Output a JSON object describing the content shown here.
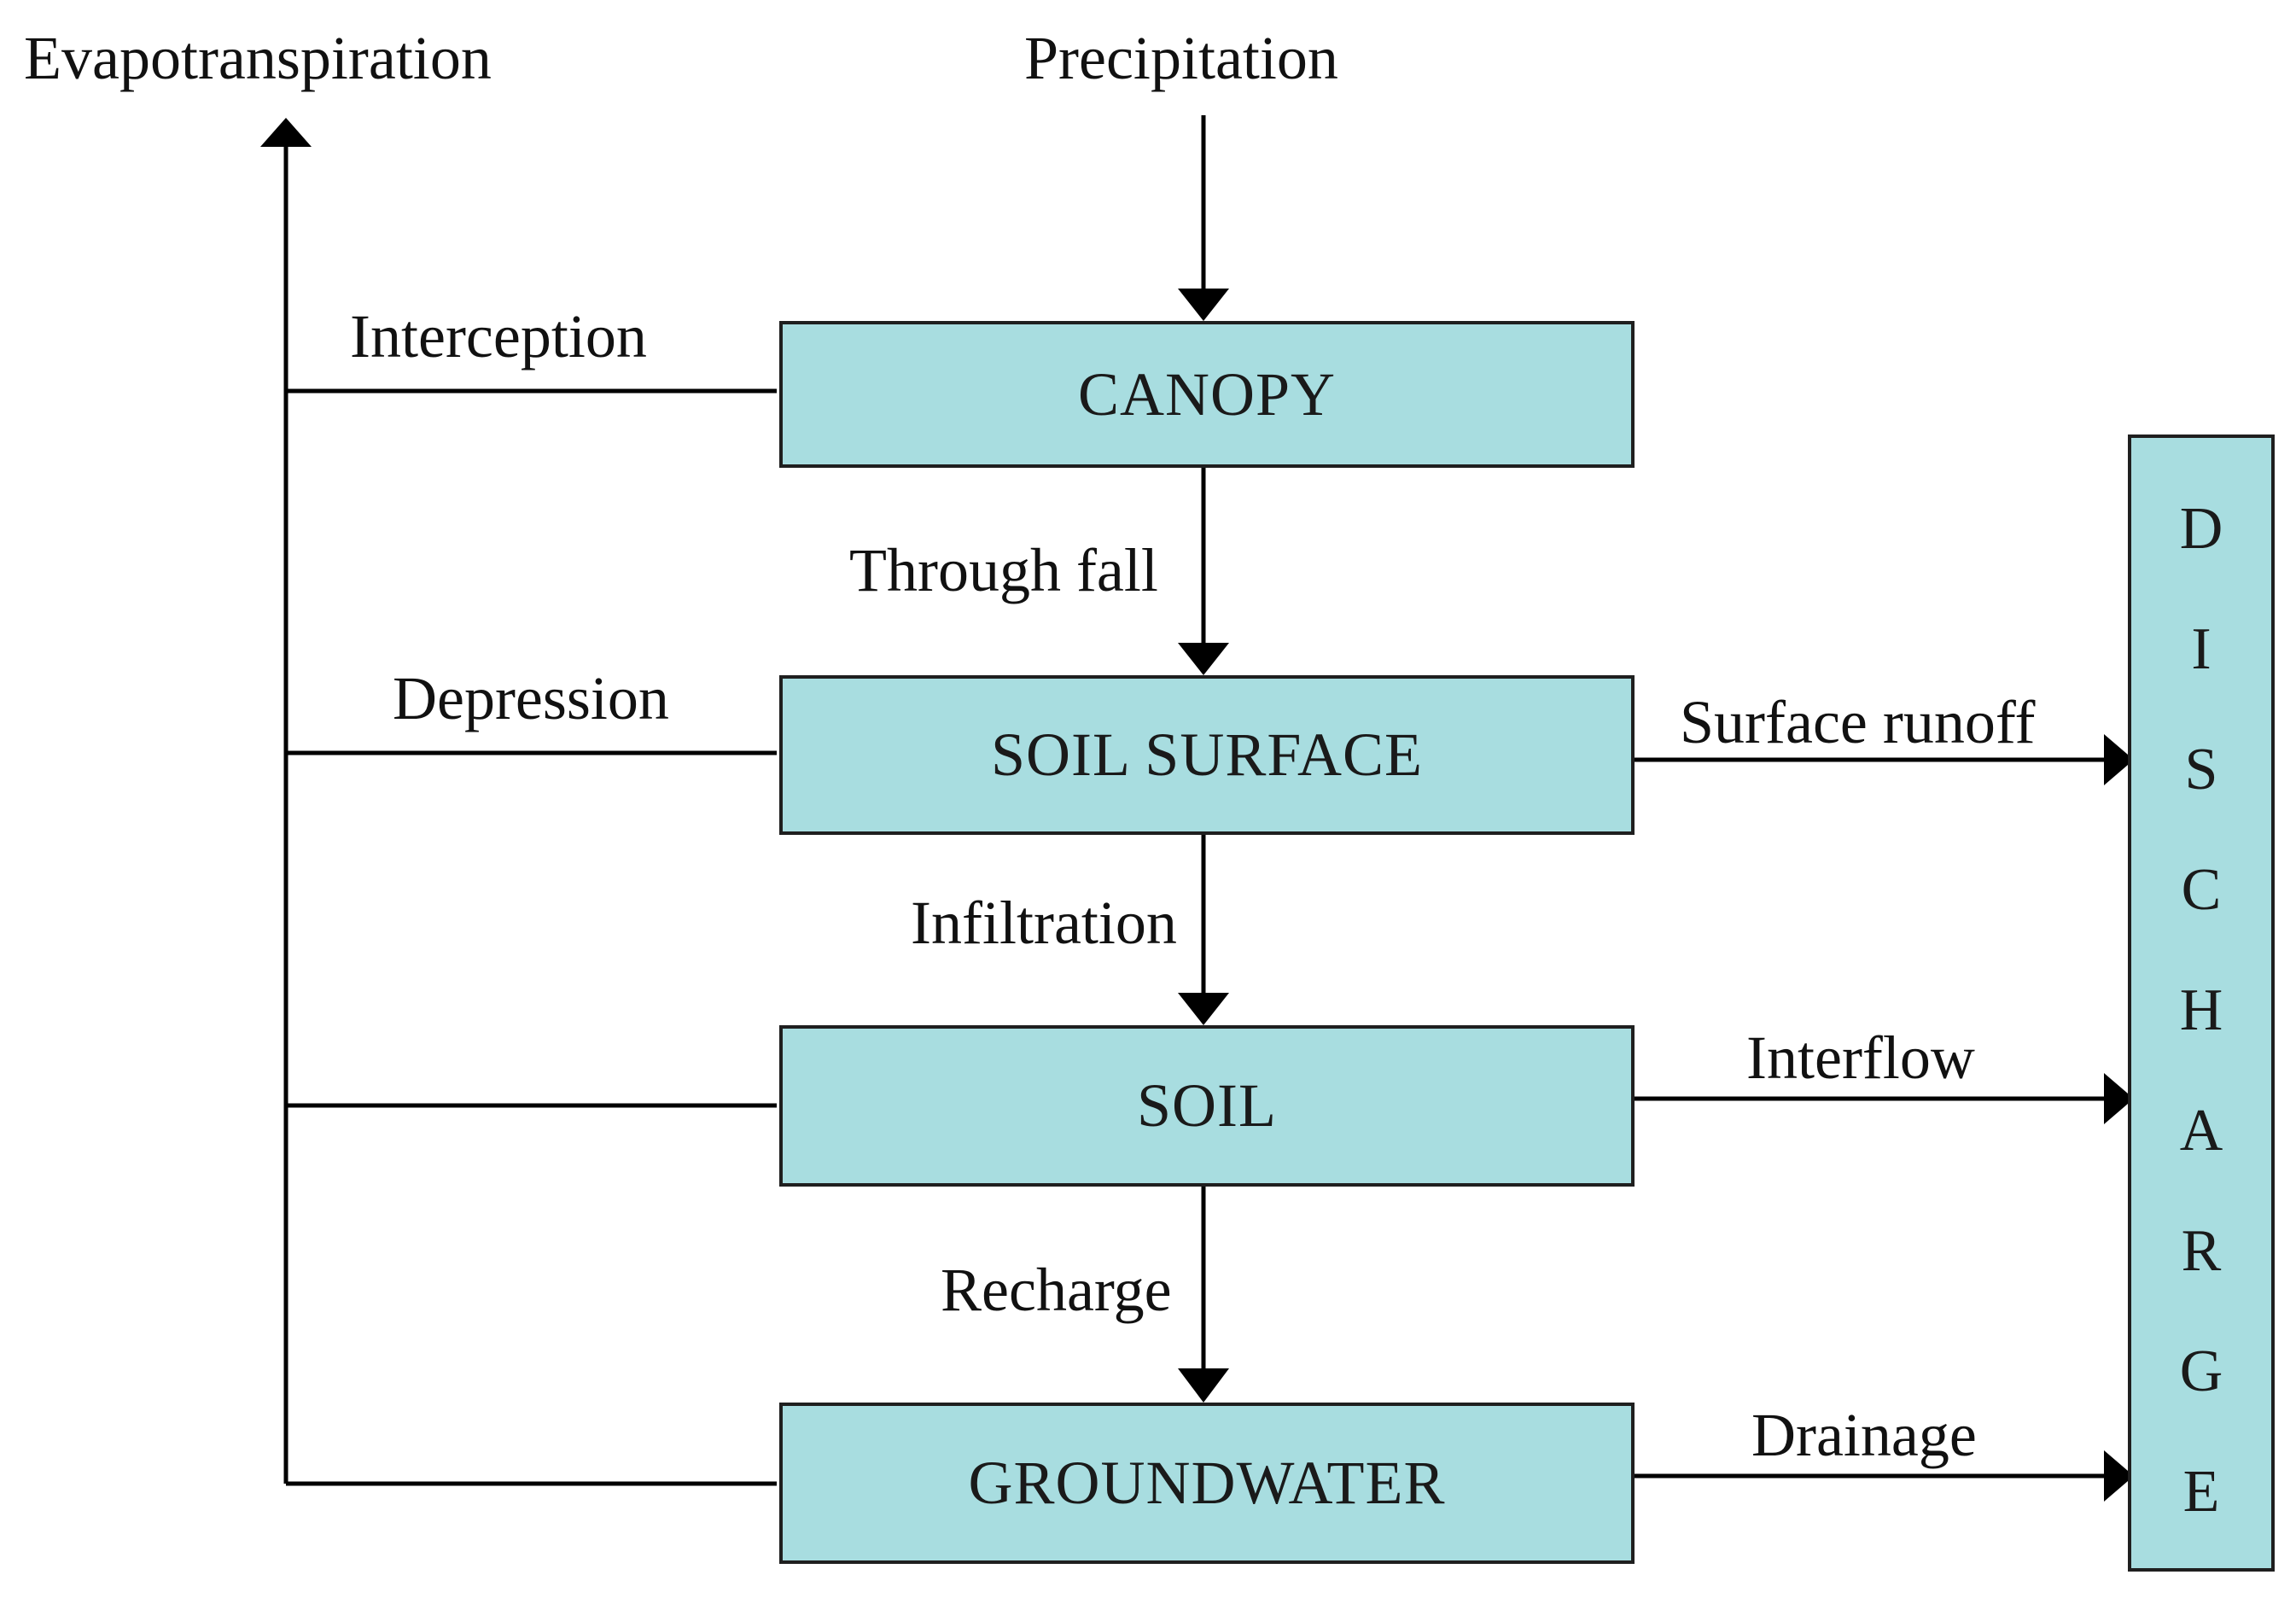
{
  "diagram": {
    "inputs": {
      "evapotranspiration": "Evapotranspiration",
      "precipitation": "Precipitation"
    },
    "boxes": {
      "canopy": "CANOPY",
      "soil_surface": "SOIL SURFACE",
      "soil": "SOIL",
      "groundwater": "GROUNDWATER"
    },
    "flows": {
      "interception": "Interception",
      "depression": "Depression",
      "through_fall": "Through fall",
      "infiltration": "Infiltration",
      "recharge": "Recharge",
      "surface_runoff": "Surface runoff",
      "interflow": "Interflow",
      "drainage": "Drainage"
    },
    "discharge_letters": [
      "D",
      "I",
      "S",
      "C",
      "H",
      "A",
      "R",
      "G",
      "E"
    ],
    "colors": {
      "box_fill": "#a8dde0",
      "line": "#000000"
    }
  }
}
